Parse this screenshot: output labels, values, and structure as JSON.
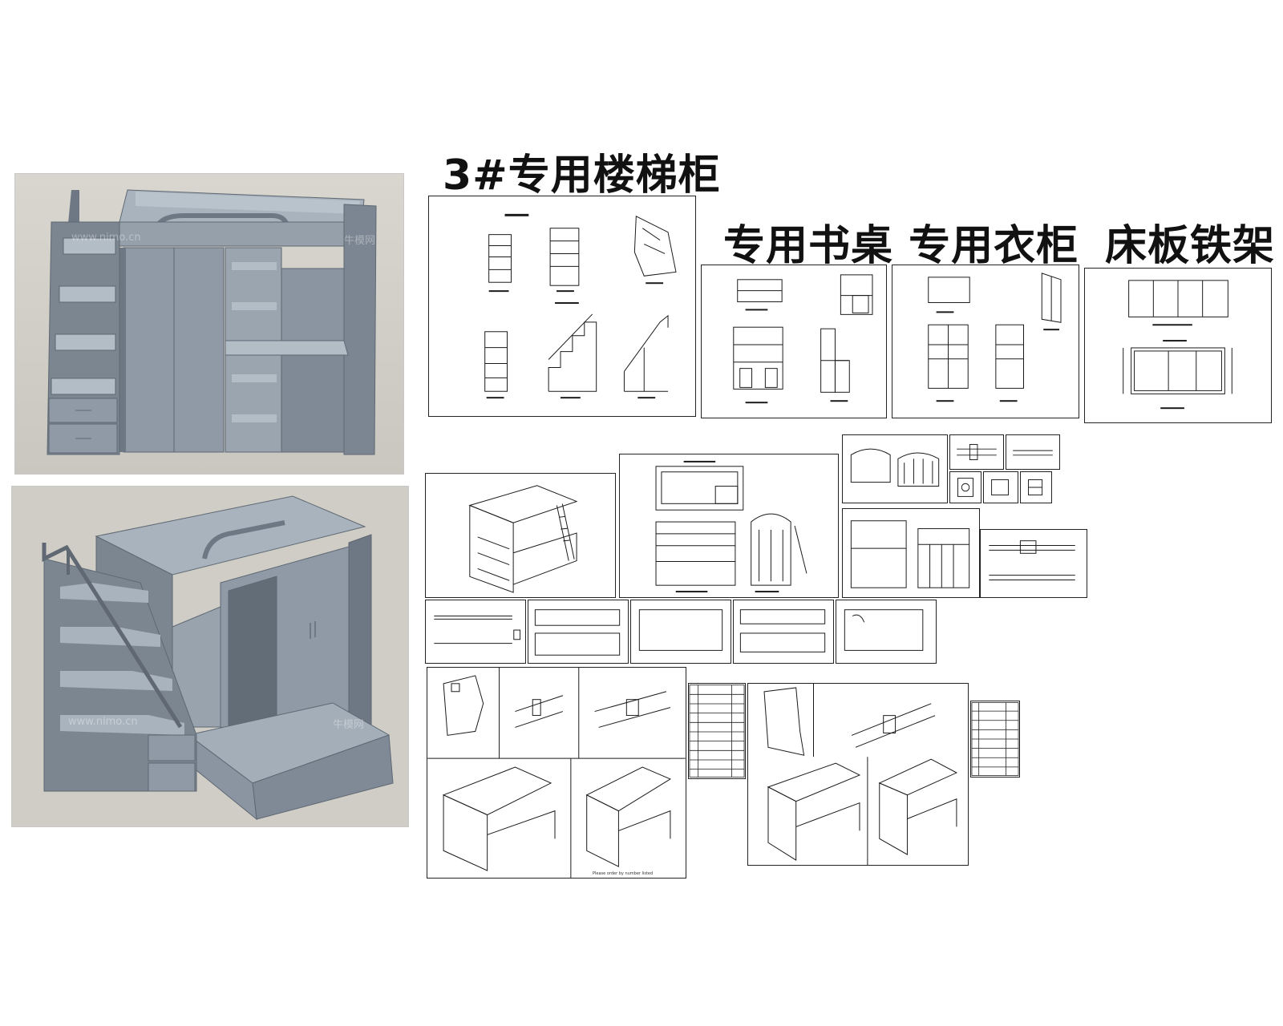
{
  "titles": {
    "stair_cabinet": "3#专用楼梯柜",
    "desk_wardrobe": "专用书桌 专用衣柜",
    "bed_frame": "床板铁架"
  },
  "watermarks": {
    "site": "www.nimo.cn",
    "site_alt": "www.nimo.cn",
    "brand": "牛模网",
    "brand_alt": "牛模网"
  },
  "captions": {
    "order_note": "Please order by number listed"
  },
  "colors": {
    "render_bg": "#d2d0c8",
    "model_face": "#8f9aa6",
    "model_top": "#a8b3be",
    "model_dark": "#6e7884",
    "line": "#1a1a1a"
  }
}
